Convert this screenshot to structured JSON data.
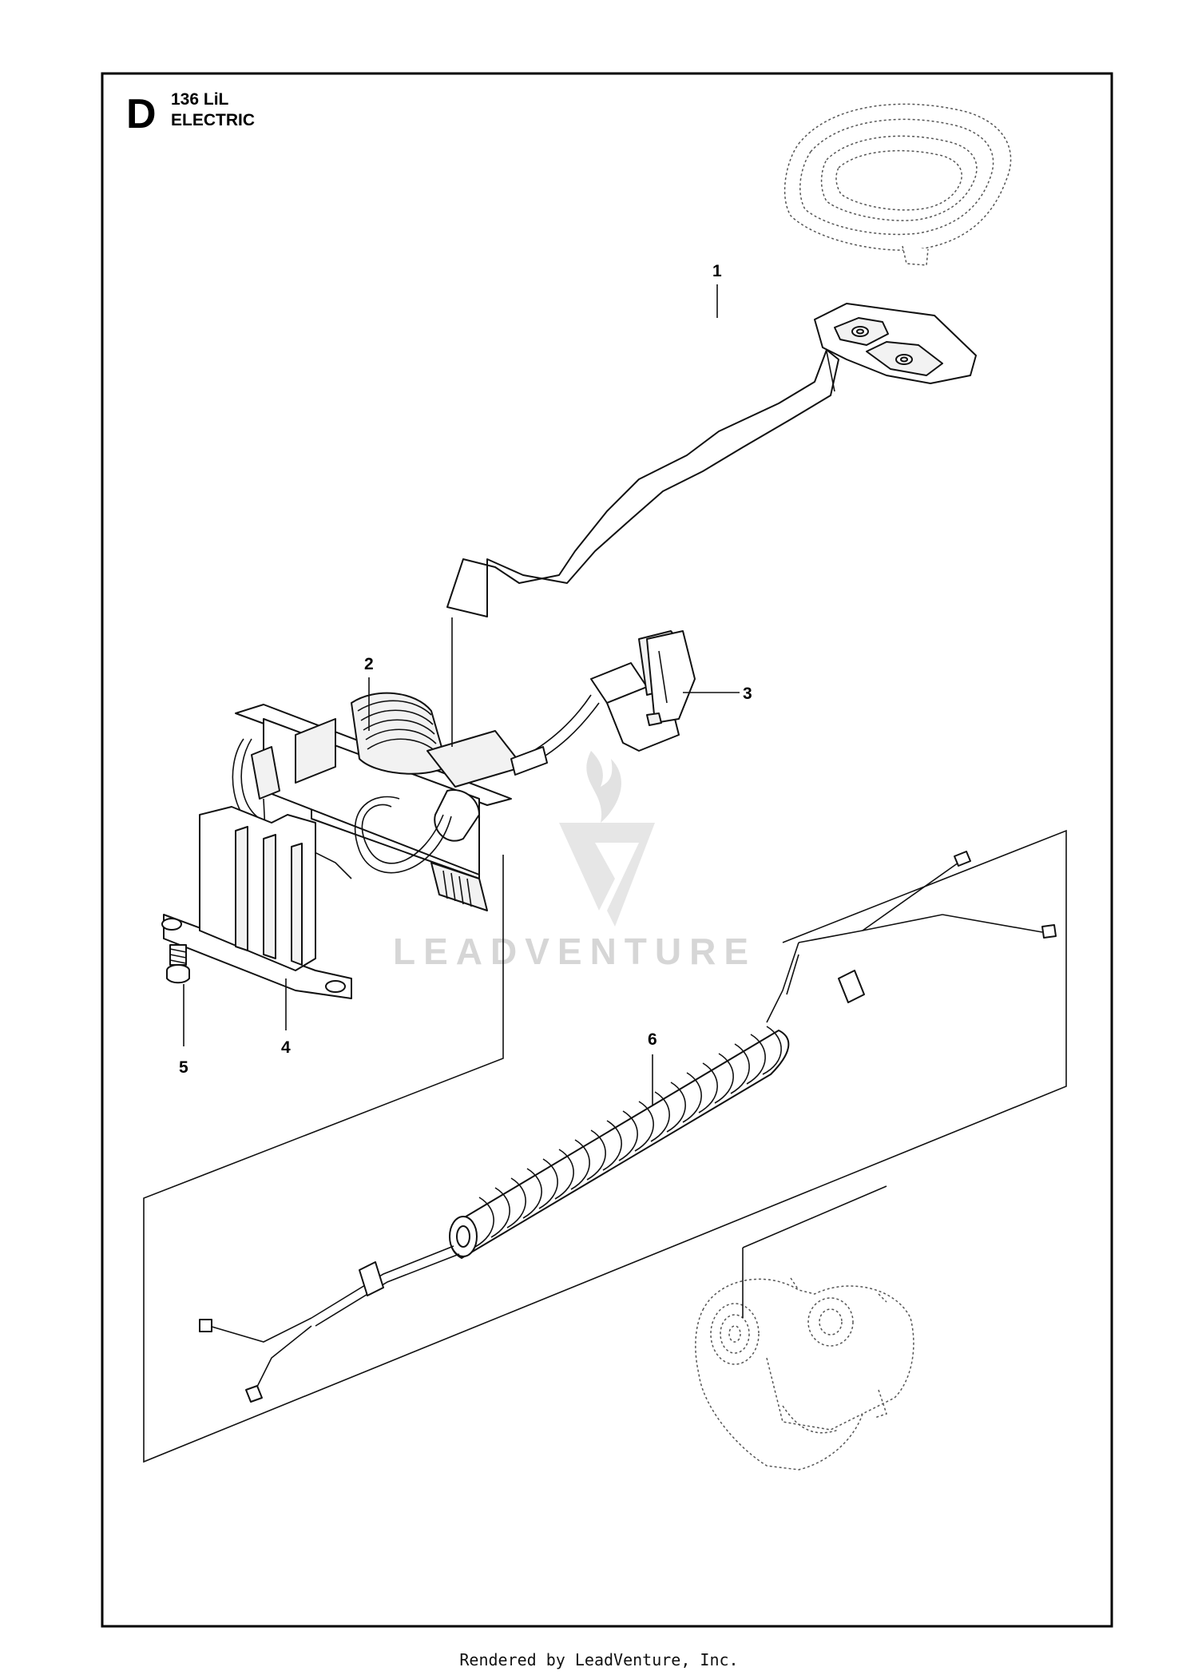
{
  "header": {
    "section_letter": "D",
    "model": "136 LiL",
    "group": "ELECTRIC"
  },
  "callouts": [
    {
      "label": "1",
      "part": "handle cable"
    },
    {
      "label": "2",
      "part": "circuit board"
    },
    {
      "label": "3",
      "part": "connector"
    },
    {
      "label": "4",
      "part": "holder"
    },
    {
      "label": "5",
      "part": "screw"
    },
    {
      "label": "6",
      "part": "coiled cable"
    }
  ],
  "watermark": {
    "text": "LEADVENTURE"
  },
  "footer": {
    "text": "Rendered by LeadVenture, Inc."
  },
  "colors": {
    "line": "#111111",
    "watermark": "#d6d6d6",
    "background": "#ffffff"
  }
}
